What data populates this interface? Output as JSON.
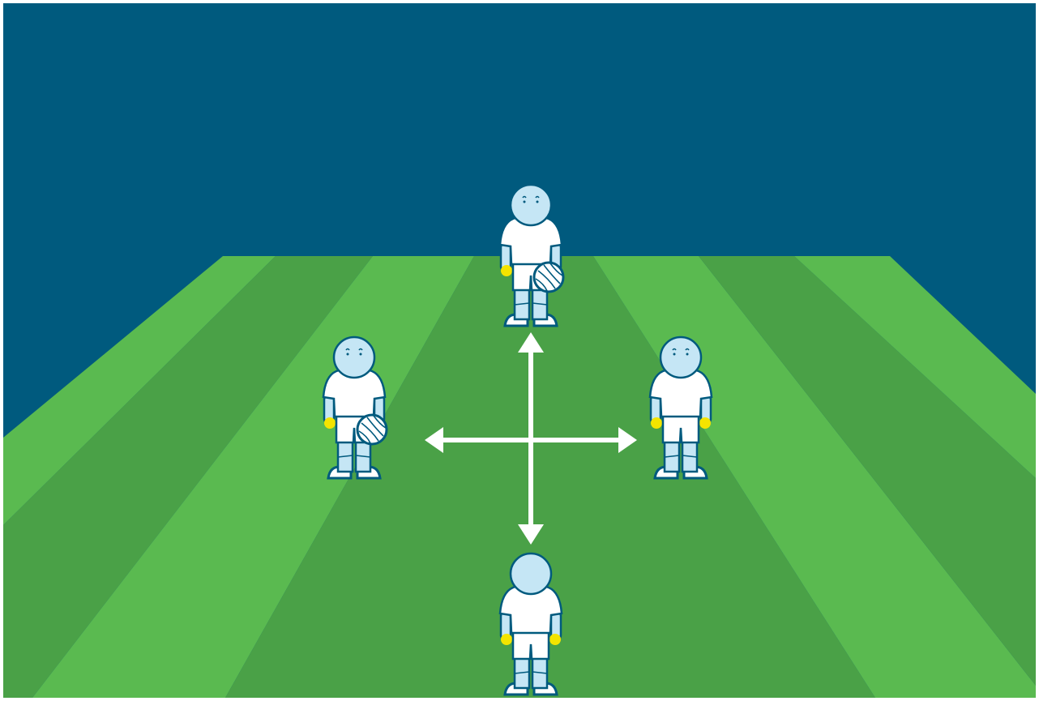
{
  "scene": {
    "sky_color": "#005a7e",
    "pitch_light_color": "#5aba50",
    "pitch_dark_color": "#4aa147",
    "arrow_color": "#ffffff"
  },
  "players": [
    {
      "id": "north",
      "has_ball": true,
      "facing": "front"
    },
    {
      "id": "west",
      "has_ball": true,
      "facing": "front"
    },
    {
      "id": "east",
      "has_ball": false,
      "facing": "front"
    },
    {
      "id": "south",
      "has_ball": false,
      "facing": "back"
    }
  ],
  "colors": {
    "skin": "#c5e6f5",
    "outline": "#005a7e",
    "shirt": "#ffffff",
    "shorts": "#ffffff",
    "glove": "#f4e400"
  },
  "arrows": {
    "vertical": "double-headed",
    "horizontal": "double-headed"
  }
}
